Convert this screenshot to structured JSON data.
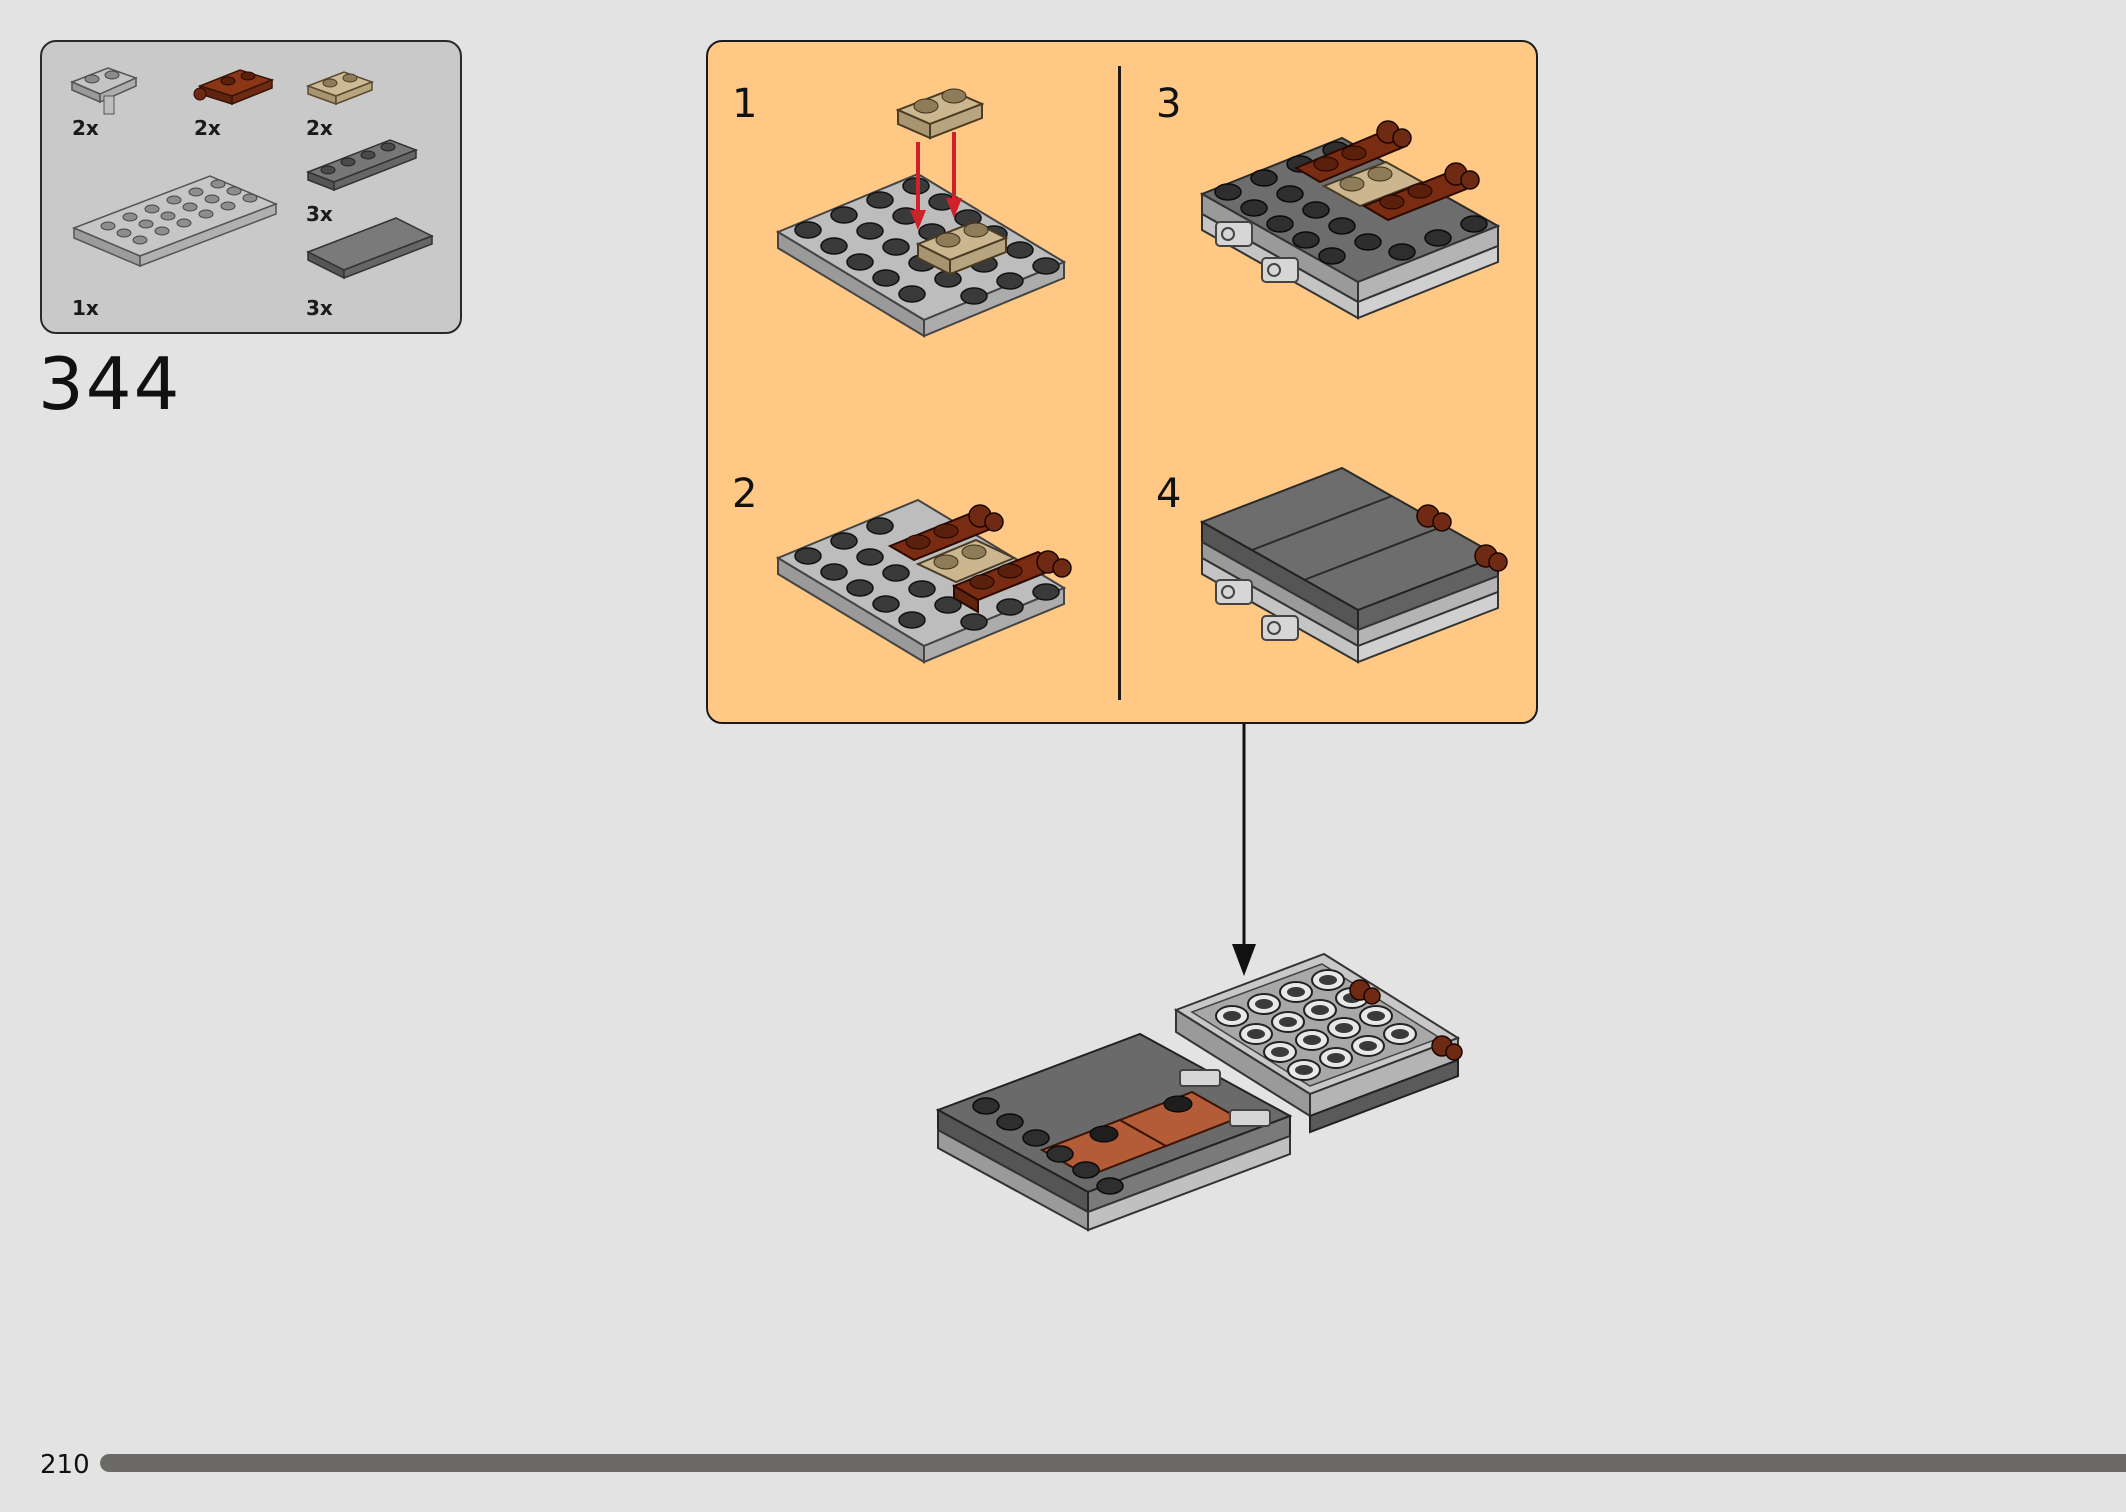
{
  "parts_list": {
    "items": [
      {
        "name": "hinge plate 1x2 light gray",
        "quantity": "2x"
      },
      {
        "name": "hinge plate 1x2 reddish brown",
        "quantity": "2x"
      },
      {
        "name": "plate 1x2 tan",
        "quantity": "2x"
      },
      {
        "name": "plate 1x4 dark gray",
        "quantity": "3x"
      },
      {
        "name": "plate 4x6 light gray",
        "quantity": "1x"
      },
      {
        "name": "tile 2x4 dark gray",
        "quantity": "3x"
      }
    ]
  },
  "step": {
    "number": "344"
  },
  "substeps": [
    {
      "label": "1"
    },
    {
      "label": "2"
    },
    {
      "label": "3"
    },
    {
      "label": "4"
    }
  ],
  "page": {
    "number": "210",
    "progress_fraction": 1.0
  },
  "colors": {
    "background": "#e3e3e3",
    "parts_box": "#c9c9c9",
    "callout": "#ffc985",
    "arrow_red": "#d0202a",
    "light_gray": "#b4b4b4",
    "dark_gray": "#6d6d6d",
    "reddish_brown": "#7a2c12",
    "tan": "#c8b48e",
    "medium_brown": "#b35c37"
  }
}
